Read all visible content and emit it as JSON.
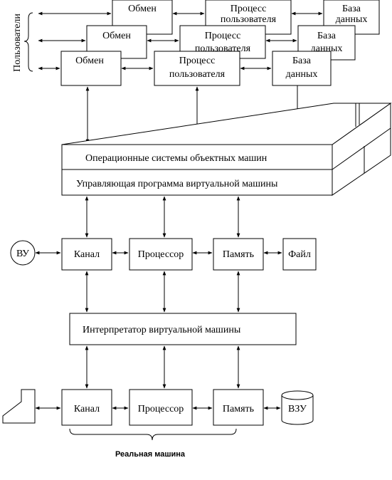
{
  "users_label": "Пользователи",
  "layers": [
    {
      "exchange": "Обмен",
      "process_line1": "Процесс",
      "process_line2": "пользователя",
      "db_line1": "База",
      "db_line2": "данных"
    },
    {
      "exchange": "Обмен",
      "process_line1": "Процесс",
      "process_line2": "пользователя",
      "db_line1": "База",
      "db_line2": "данных"
    },
    {
      "exchange": "Обмен",
      "process_line1": "Процесс",
      "process_line2": "пользователя",
      "db_line1": "База",
      "db_line2": "данных"
    }
  ],
  "os_label": "Операционные системы объектных машин",
  "vm_control_label": "Управляющая программа виртуальной машины",
  "virtual_row": {
    "device": "ВУ",
    "channel": "Канал",
    "processor": "Процессор",
    "memory": "Память",
    "file": "Файл"
  },
  "interpreter_label": "Интерпретатор виртуальной машины",
  "real_row": {
    "channel": "Канал",
    "processor": "Процессор",
    "memory": "Память",
    "storage": "ВЗУ"
  },
  "real_machine_caption": "Реальная машина"
}
